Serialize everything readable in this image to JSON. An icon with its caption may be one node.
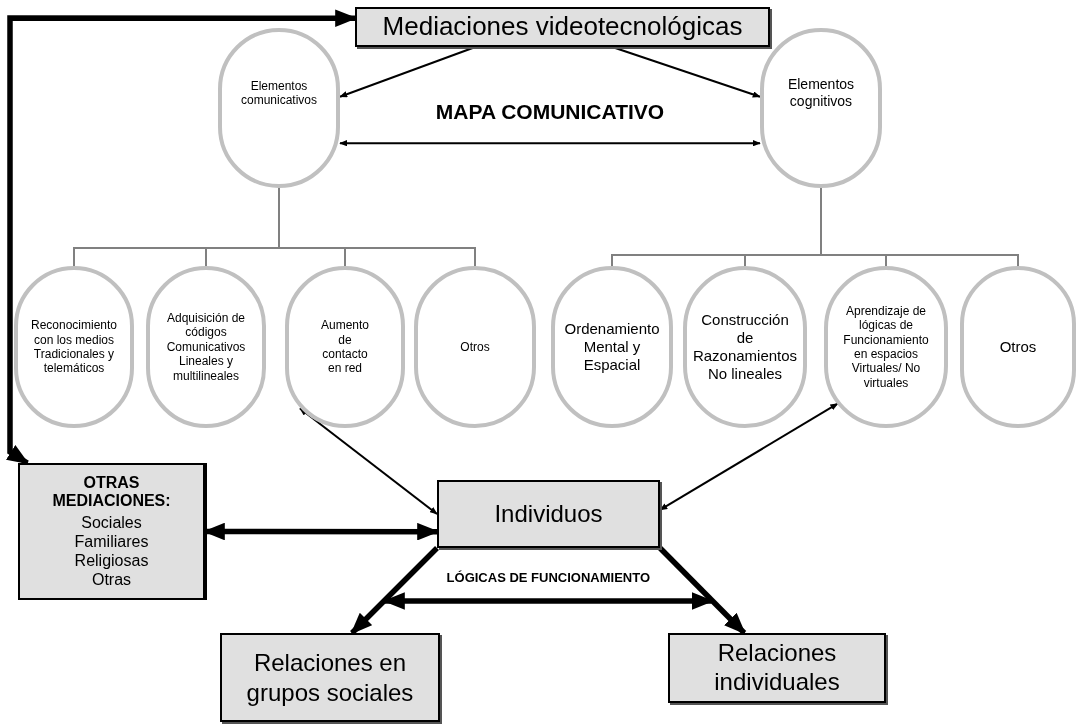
{
  "diagram": {
    "nodes": [
      {
        "text": [
          "Mediaciones videotecnológicas"
        ]
      },
      {
        "text": [
          "Elementos comunicativos"
        ]
      },
      {
        "text": [
          "Elementos cognitivos"
        ]
      },
      {
        "text": [
          "Reconocimiento con los medios Tradicionales y telemáticos"
        ]
      },
      {
        "text": [
          "Adquisición de códigos Comunicativos Lineales y multilineales"
        ]
      },
      {
        "text": [
          "Aumento de contacto en red"
        ]
      },
      {
        "text": [
          "Otros"
        ]
      },
      {
        "text": [
          "Ordenamiento Mental y Espacial"
        ]
      },
      {
        "text": [
          "Construcción de Razonamientos No lineales"
        ]
      },
      {
        "text": [
          "Aprendizaje de lógicas de Funcionamiento en espacios Virtuales/ No virtuales"
        ]
      },
      {
        "text": [
          "Otros"
        ]
      },
      {
        "text": [
          "OTRAS MEDIACIONES:",
          "Sociales",
          "Familiares",
          "Religiosas",
          "Otras"
        ]
      },
      {
        "text": [
          "Individuos"
        ]
      },
      {
        "text": [
          "Relaciones en grupos sociales"
        ]
      },
      {
        "text": [
          "Relaciones individuales"
        ]
      }
    ],
    "edges": [
      {
        "from": 0,
        "to": 1,
        "arrow": "to"
      },
      {
        "from": 0,
        "to": 2,
        "arrow": "to"
      },
      {
        "from": 1,
        "to": 2,
        "arrow": "both",
        "label": "MAPA COMUNICATIVO"
      },
      {
        "from": 1,
        "to": 3,
        "arrow": "none",
        "color": "#808080"
      },
      {
        "from": 1,
        "to": 4,
        "arrow": "none",
        "color": "#808080"
      },
      {
        "from": 1,
        "to": 5,
        "arrow": "none",
        "color": "#808080"
      },
      {
        "from": 1,
        "to": 6,
        "arrow": "none",
        "color": "#808080"
      },
      {
        "from": 2,
        "to": 7,
        "arrow": "none",
        "color": "#808080"
      },
      {
        "from": 2,
        "to": 8,
        "arrow": "none",
        "color": "#808080"
      },
      {
        "from": 2,
        "to": 9,
        "arrow": "none",
        "color": "#808080"
      },
      {
        "from": 2,
        "to": 10,
        "arrow": "none",
        "color": "#808080"
      },
      {
        "from": 0,
        "to": 11,
        "arrow": "both",
        "style": "thick"
      },
      {
        "from": 5,
        "to": 12,
        "arrow": "both"
      },
      {
        "from": 9,
        "to": 12,
        "arrow": "both"
      },
      {
        "from": 11,
        "to": 12,
        "arrow": "both",
        "style": "thick"
      },
      {
        "from": 12,
        "to": 13,
        "arrow": "to",
        "style": "thick"
      },
      {
        "from": 12,
        "to": 14,
        "arrow": "to",
        "style": "thick"
      },
      {
        "from": 13,
        "to": 14,
        "arrow": "both",
        "style": "thick",
        "label": "LÓGICAS DE FUNCIONAMIENTO"
      }
    ]
  }
}
